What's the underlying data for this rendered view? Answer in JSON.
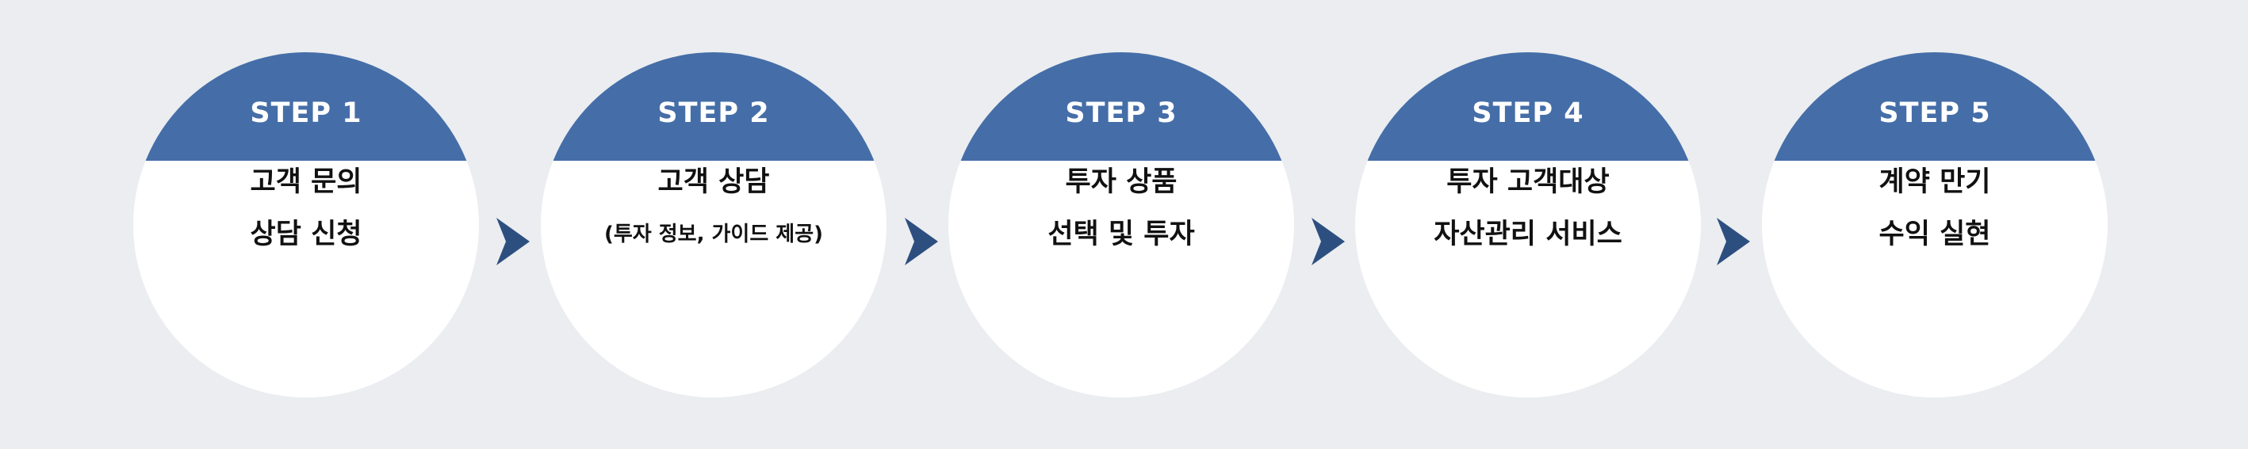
{
  "colors": {
    "background": "#ebedf0",
    "header": "#456ea8",
    "circle": "#ffffff",
    "arrow": "#2d4f80",
    "text": "#111111"
  },
  "steps": [
    {
      "title": "STEP 1",
      "line1": "고객 문의",
      "line2": "상담 신청"
    },
    {
      "title": "STEP 2",
      "line1": "고객 상담",
      "line2": "(투자 정보, 가이드 제공)"
    },
    {
      "title": "STEP 3",
      "line1": "투자 상품",
      "line2": "선택 및 투자"
    },
    {
      "title": "STEP 4",
      "line1": "투자 고객대상",
      "line2": "자산관리 서비스"
    },
    {
      "title": "STEP 5",
      "line1": "계약 만기",
      "line2": "수익 실현"
    }
  ],
  "arrows": [
    "chevron-right-icon",
    "chevron-right-icon",
    "chevron-right-icon",
    "chevron-right-icon"
  ]
}
